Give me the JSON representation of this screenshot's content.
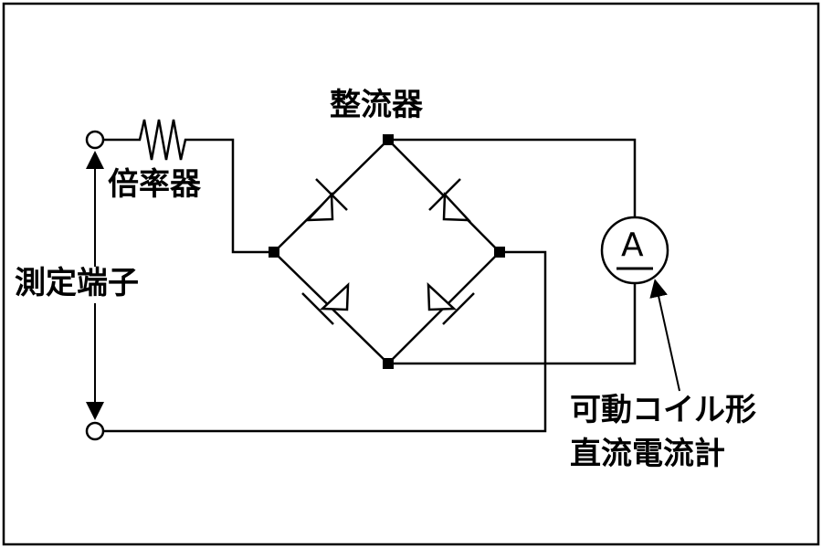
{
  "labels": {
    "rectifier": "整流器",
    "multiplier": "倍率器",
    "terminals": "測定端子",
    "meter_line1": "可動コイル形",
    "meter_line2": "直流電流計",
    "ammeter_symbol": "A"
  },
  "colors": {
    "line": "#000000",
    "background": "#ffffff"
  }
}
